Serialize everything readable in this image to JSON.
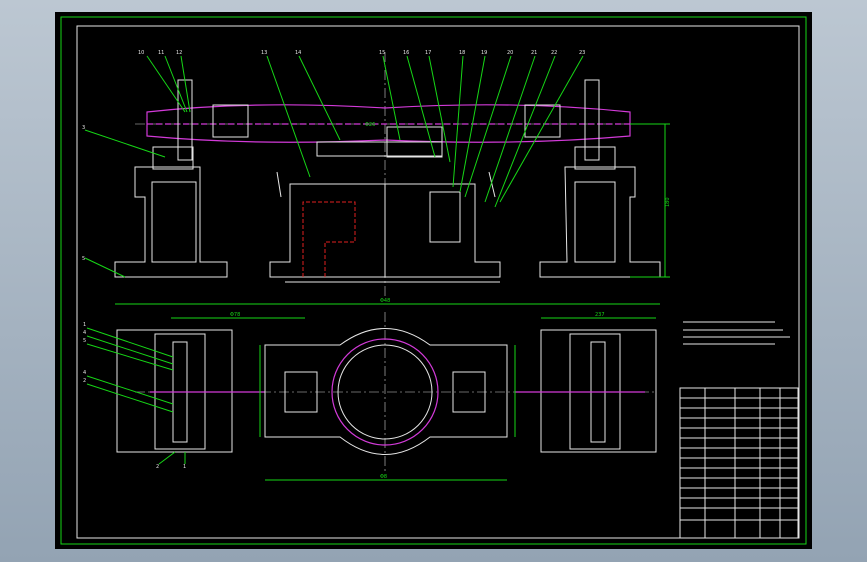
{
  "drawing": {
    "balloons_top": [
      "10",
      "11",
      "12",
      "13",
      "14",
      "15",
      "16",
      "17",
      "18",
      "19",
      "20",
      "21",
      "22",
      "23"
    ],
    "balloons_left_top": [
      "3",
      "5"
    ],
    "balloons_left_bottom": [
      "1",
      "4",
      "5",
      "4",
      "2"
    ],
    "balloons_bottom": [
      "2",
      "1"
    ],
    "dims": {
      "top_center": "Φ26",
      "side_height": "180",
      "overall": "Φ48",
      "width_left": "Φ78",
      "width_right": "237",
      "bottom": "Φ8"
    }
  },
  "colors": {
    "background": "#000000",
    "frame": "#16d616",
    "outline": "#e6e6e6",
    "workpiece": "#d23ad8",
    "hidden": "#e02020"
  }
}
